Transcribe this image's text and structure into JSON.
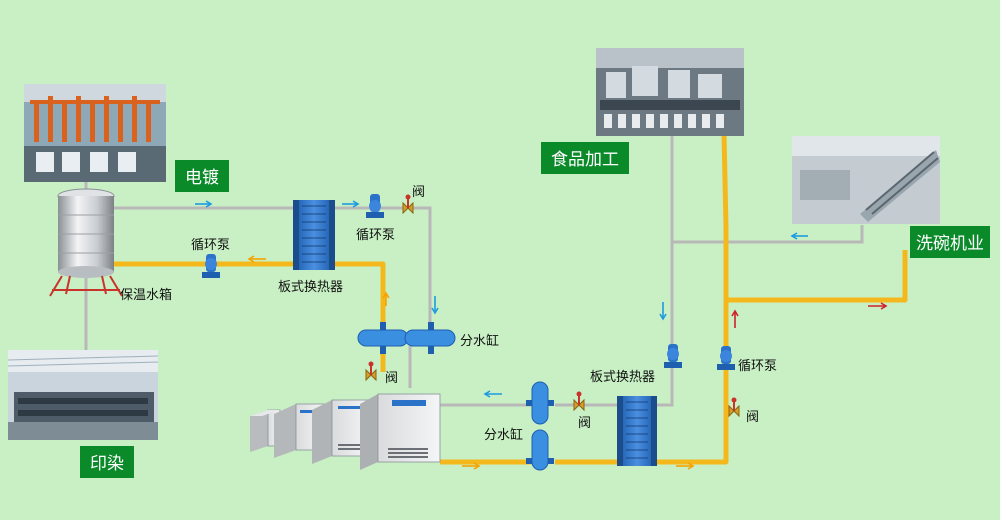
{
  "tags": {
    "electroplating": "电镀",
    "food_processing": "食品加工",
    "dishwasher_industry": "洗碗机业",
    "printing_dyeing": "印染"
  },
  "labels": {
    "insulated_tank": "保温水箱",
    "pump_left": "循环泵",
    "pump_top": "循环泵",
    "valve_top": "阀",
    "plate_hx_left": "板式换热器",
    "manifold_left": "分水缸",
    "valve_mid": "阀",
    "manifold_bottom": "分水缸",
    "valve_bottom": "阀",
    "plate_hx_right": "板式换热器",
    "pump_right": "循环泵",
    "valve_right": "阀"
  },
  "colors": {
    "background": "#c8f0c4",
    "hot_pipe": "#f5b81c",
    "cold_pipe": "#b8b8b8",
    "tag_bg": "#0b8a2a",
    "arrow_blue": "#1e9be0",
    "arrow_red": "#d0202a",
    "arrow_orange": "#f5a300",
    "equipment_blue": "#2b73c9"
  }
}
